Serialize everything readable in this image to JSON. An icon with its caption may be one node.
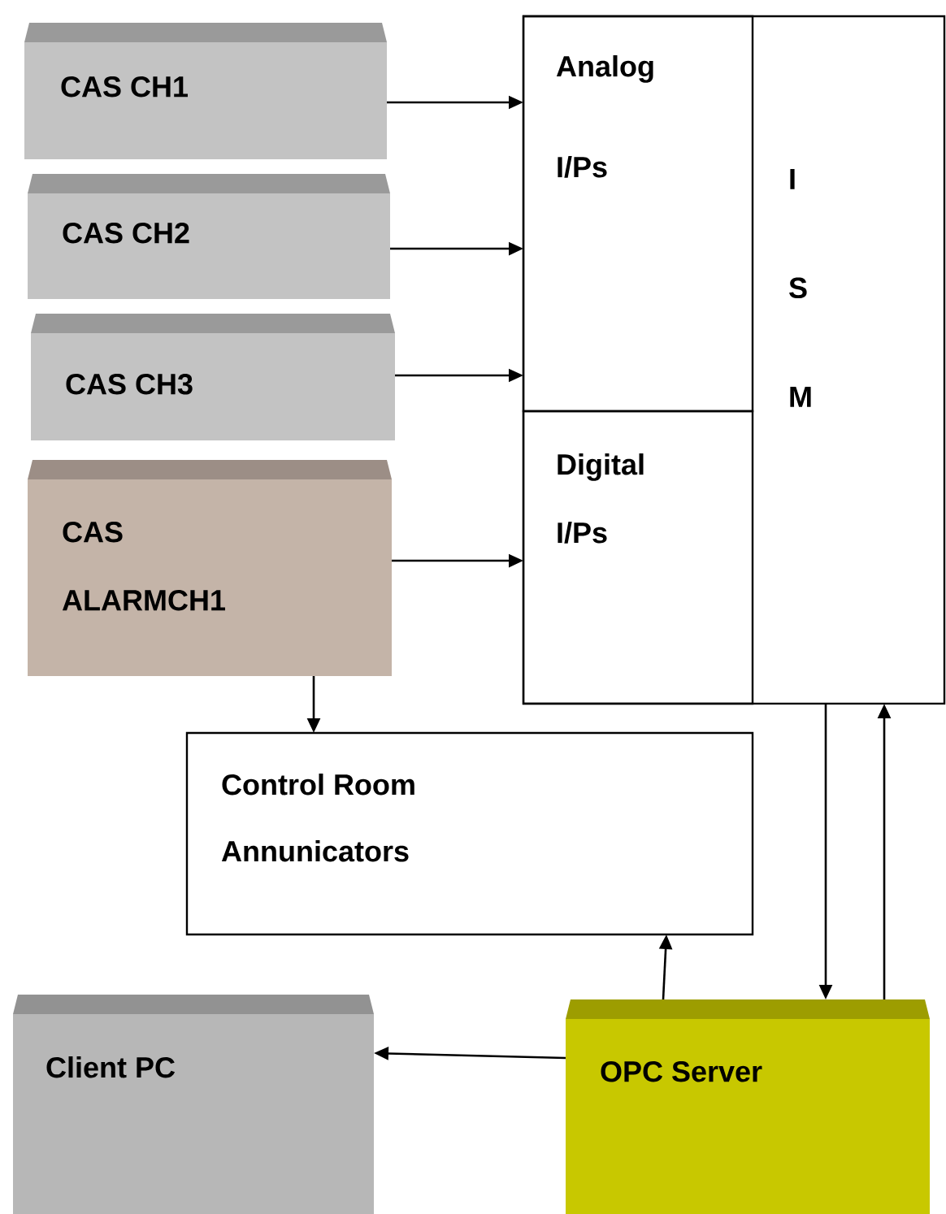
{
  "diagram": {
    "nodes": [
      {
        "text": [
          "CAS CH1"
        ]
      },
      {
        "text": [
          "CAS CH2"
        ]
      },
      {
        "text": [
          "CAS CH3"
        ]
      },
      {
        "text": [
          "CAS ALARMCH1"
        ]
      },
      {
        "text": [
          "I S M"
        ]
      },
      {
        "text": [
          "Analog I/Ps"
        ],
        "in": 4
      },
      {
        "text": [
          "Digital I/Ps"
        ],
        "in": 4
      },
      {
        "text": [
          "Control Room Annunicators"
        ]
      },
      {
        "text": [
          "Client PC"
        ]
      },
      {
        "text": [
          "OPC Server"
        ]
      }
    ],
    "edges": [
      {
        "from": 0,
        "to": 5,
        "arrow": "to"
      },
      {
        "from": 1,
        "to": 5,
        "arrow": "to"
      },
      {
        "from": 2,
        "to": 5,
        "arrow": "to"
      },
      {
        "from": 3,
        "to": 6,
        "arrow": "to"
      },
      {
        "from": 3,
        "to": 7,
        "arrow": "to"
      },
      {
        "from": 9,
        "to": 7,
        "arrow": "to"
      },
      {
        "from": 4,
        "to": 9,
        "arrow": "to"
      },
      {
        "from": 9,
        "to": 4,
        "arrow": "to"
      },
      {
        "from": 9,
        "to": 8,
        "arrow": "to"
      }
    ]
  }
}
